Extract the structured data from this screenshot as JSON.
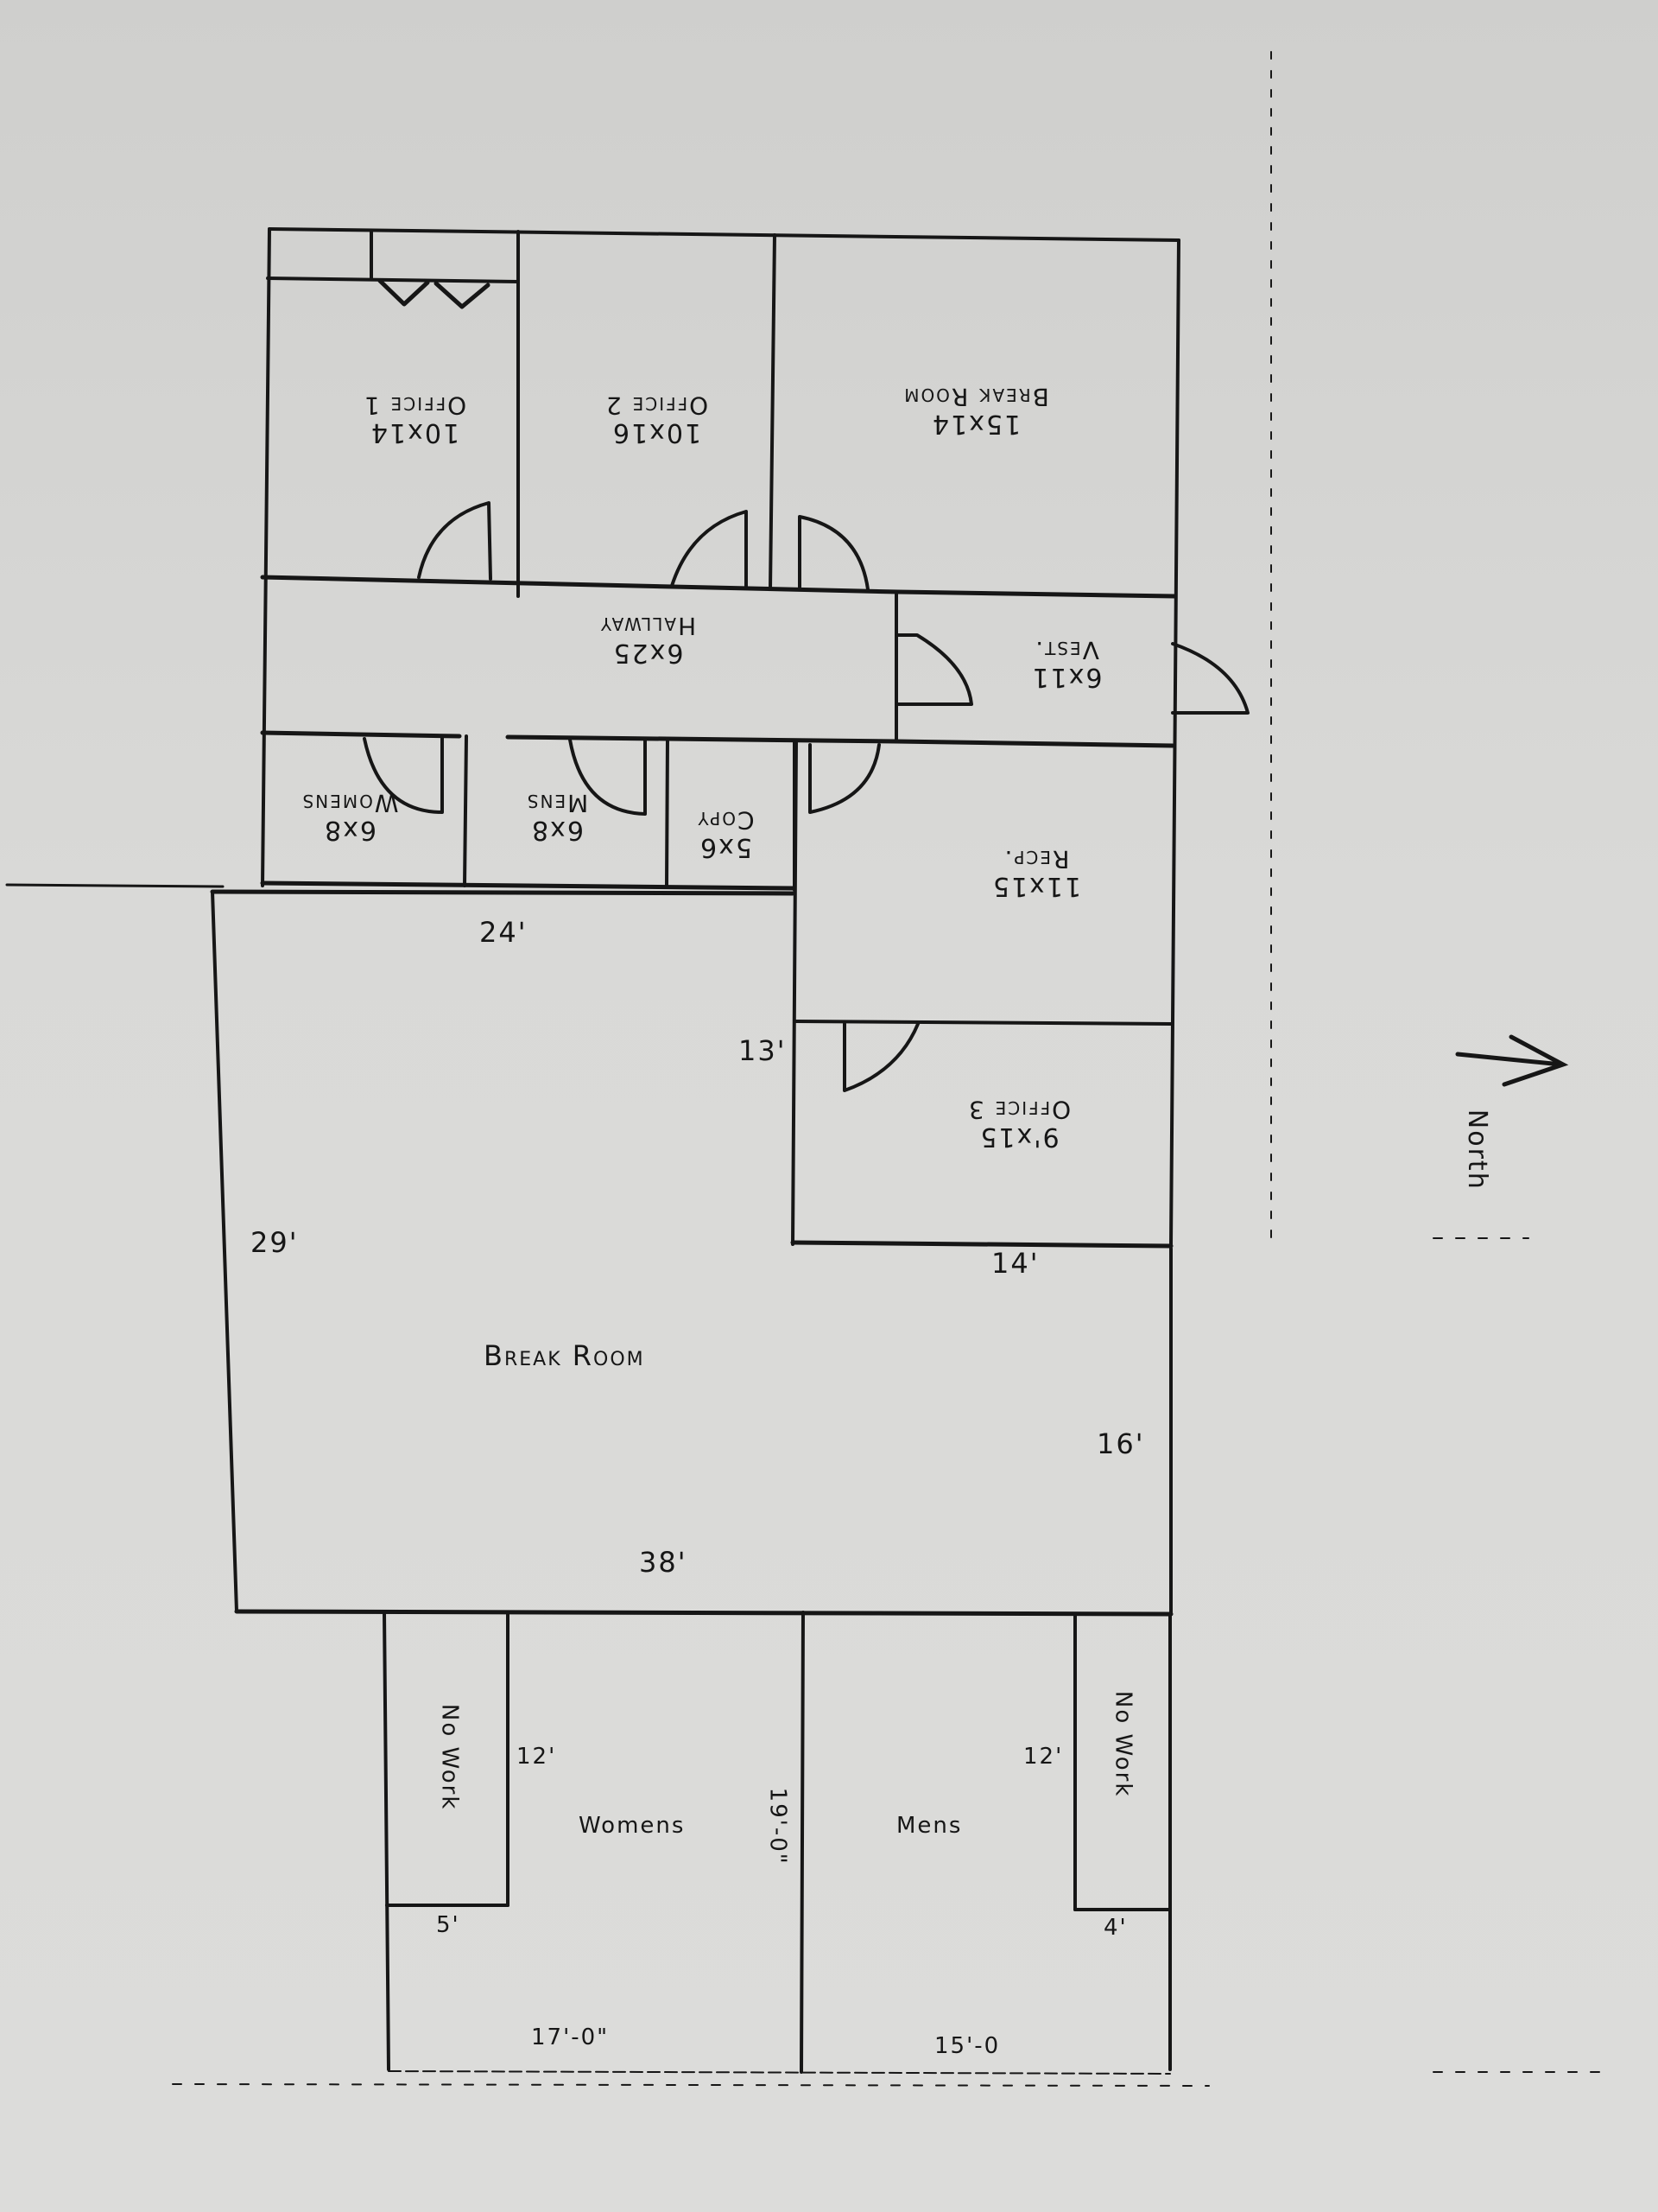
{
  "document": {
    "type": "hand-drawn floor plan (scanned)",
    "paper_color": "#d9d9d7",
    "ink_color": "#161616"
  },
  "compass": {
    "label": "North",
    "arrow": "north-arrow-icon"
  },
  "rooms": {
    "office1": {
      "name": "Office 1",
      "size": "10x14"
    },
    "office2": {
      "name": "Office 2",
      "size": "10x16"
    },
    "break_room_north": {
      "name": "Break Room",
      "size": "15x14"
    },
    "hallway": {
      "name": "Hallway",
      "size": "6x25"
    },
    "vestibule": {
      "name": "Vest.",
      "size": "6x11"
    },
    "womens_small": {
      "name": "Womens",
      "size": "6x8"
    },
    "mens_small": {
      "name": "Mens",
      "size": "6x8"
    },
    "copy": {
      "name": "Copy",
      "size": "5x6"
    },
    "reception": {
      "name": "Recp.",
      "size": "11x15"
    },
    "office3": {
      "name": "Office 3",
      "size": "9'x15"
    },
    "break_room_main": {
      "name": "Break Room"
    },
    "womens_large": {
      "name": "Womens"
    },
    "mens_large": {
      "name": "Mens"
    },
    "no_work_left": {
      "name": "No Work"
    },
    "no_work_right": {
      "name": "No Work"
    }
  },
  "dimensions": {
    "break_top": "24'",
    "break_right_upper": "13'",
    "break_left": "29'",
    "office3_bottom": "14'",
    "break_right_lower": "16'",
    "break_bottom": "38'",
    "womens_nowork_height": "12'",
    "womens_nowork_width": "5'",
    "womens_depth": "19'-0\"",
    "womens_width": "17'-0\"",
    "mens_nowork_height": "12'",
    "mens_nowork_width": "4'",
    "mens_width": "15'-0"
  }
}
